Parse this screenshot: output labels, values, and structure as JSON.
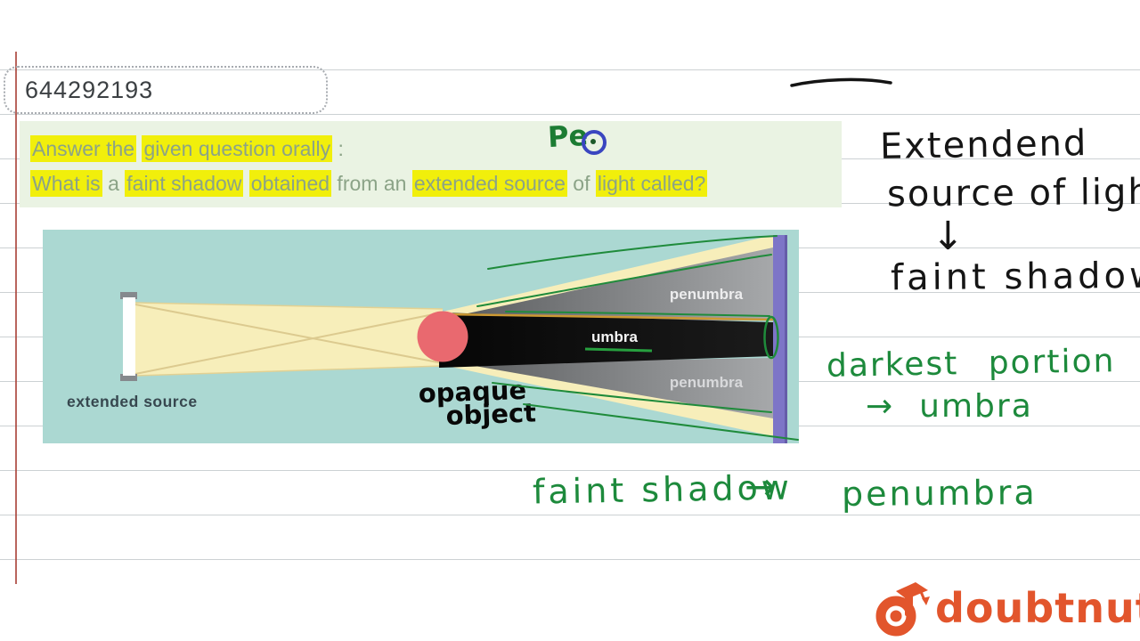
{
  "id_box": {
    "value": "644292193"
  },
  "question": {
    "line1": [
      {
        "text": "Answer the",
        "hl": true
      },
      {
        "text": " ",
        "hl": false
      },
      {
        "text": "given question orally",
        "hl": true
      },
      {
        "text": " :",
        "hl": false
      }
    ],
    "line2": [
      {
        "text": "What is",
        "hl": true
      },
      {
        "text": " a ",
        "hl": false
      },
      {
        "text": "faint shadow",
        "hl": true
      },
      {
        "text": " ",
        "hl": false
      },
      {
        "text": "obtained",
        "hl": true
      },
      {
        "text": " from an ",
        "hl": false
      },
      {
        "text": "extended source",
        "hl": true
      },
      {
        "text": " of ",
        "hl": false
      },
      {
        "text": "light called?",
        "hl": true
      }
    ]
  },
  "pointer": {
    "text": "Pe"
  },
  "diagram": {
    "source_label": "extended source",
    "penumbra_top_label": "penumbra",
    "umbra_label": "umbra",
    "penumbra_bottom_label": "penumbra",
    "object_label_line1": "opaque",
    "object_label_line2": "object"
  },
  "notes": {
    "black": {
      "line1": "Extendend",
      "line2": "source of light",
      "arrow": "↓",
      "line3": "faint shadow"
    },
    "green_umbra": {
      "line1": "darkest portion",
      "arrow": "→",
      "word": "umbra"
    },
    "green_penumbra": {
      "left": "faint shadow",
      "arrow": "→",
      "right": "penumbra"
    }
  },
  "brand": {
    "name": "doubtnut"
  },
  "colors": {
    "accent_orange": "#e2552c",
    "ink_green": "#1d8a3c",
    "highlight_yellow": "#f1ef0b",
    "panel_green": "#eaf3e3",
    "diagram_teal": "#abd8d2",
    "screen_purple": "#7d75c7",
    "opaque_object_red": "#e9696f"
  }
}
